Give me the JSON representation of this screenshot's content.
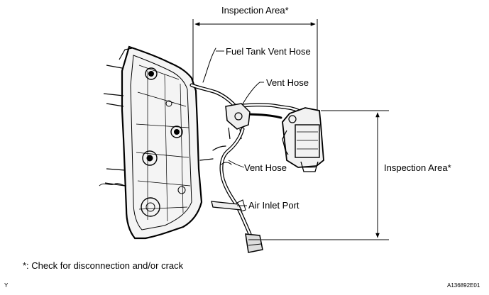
{
  "labels": {
    "inspection_area_top": "Inspection Area*",
    "inspection_area_right": "Inspection Area*",
    "fuel_tank_vent_hose": "Fuel Tank Vent Hose",
    "vent_hose_upper": "Vent Hose",
    "vent_hose_lower": "Vent Hose",
    "air_inlet_port": "Air Inlet Port"
  },
  "footnote": "*: Check for disconnection and/or crack",
  "corner_left": "Y",
  "figure_id": "A136892E01"
}
